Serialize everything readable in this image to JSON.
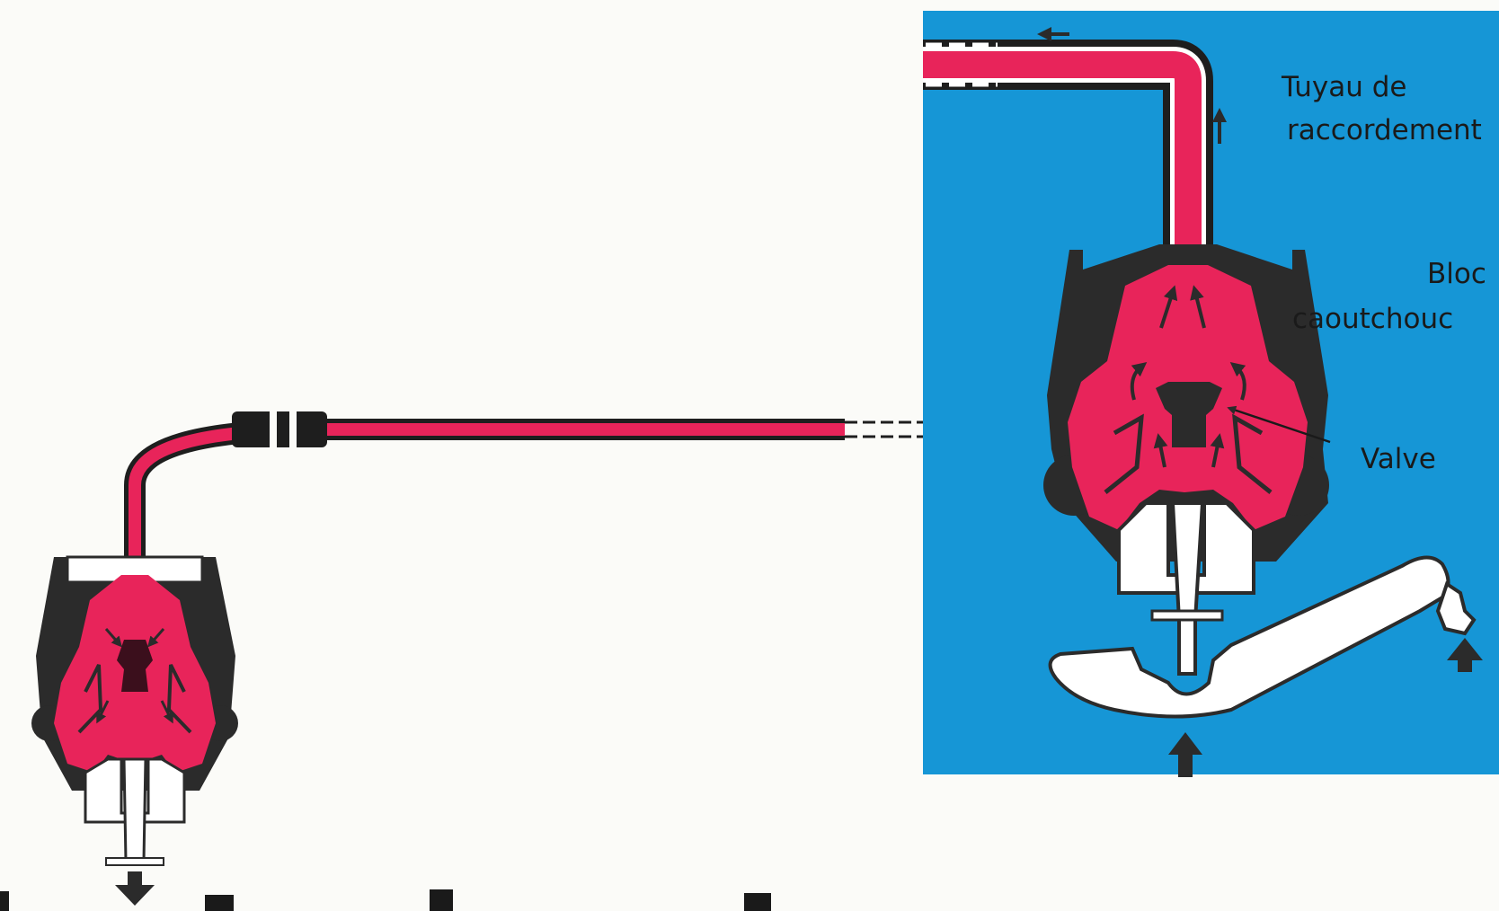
{
  "colors": {
    "background": "#fbfbf8",
    "panel_blue": "#1696d6",
    "body_red": "#e8245a",
    "rubber_dark": "#2b2b2b",
    "valve_dark": "#3b0f1c",
    "lever_white": "#ffffff",
    "label_text": "#1a1a1a"
  },
  "icons": [
    "flow-arrow-icon",
    "push-arrow-icon",
    "outlet-arrow-icon"
  ],
  "labels": {
    "tuyau_line1": "Tuyau  de",
    "tuyau_line2": "raccordement",
    "bloc_line1": "Bloc",
    "bloc_line2": "caoutchouc",
    "valve": "Valve"
  }
}
